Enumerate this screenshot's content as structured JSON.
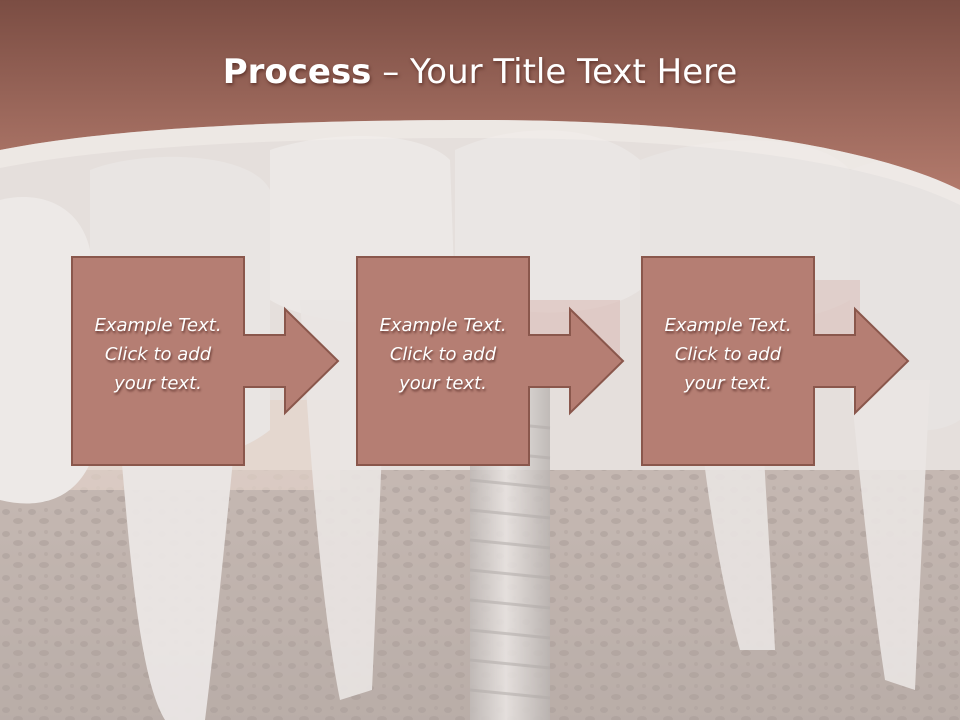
{
  "slide": {
    "title_bold": "Process",
    "title_rest": " – Your Title Text Here",
    "steps": [
      {
        "lines": [
          "Example Text.",
          "Click  to add",
          "your text."
        ]
      },
      {
        "lines": [
          "Example Text.",
          "Click  to add",
          "your text."
        ]
      },
      {
        "lines": [
          "Example Text.",
          "Click  to add",
          "your text."
        ]
      }
    ]
  },
  "colors": {
    "header": "#a86f63",
    "box_fill": "#b57e73",
    "box_border": "#8a574c"
  }
}
